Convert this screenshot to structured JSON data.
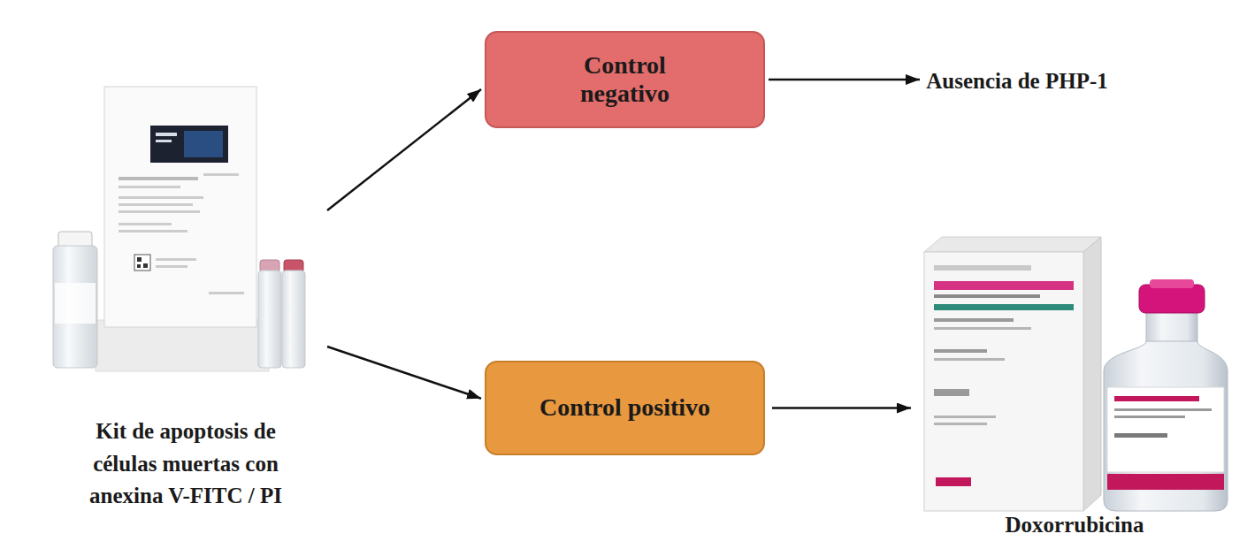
{
  "diagram": {
    "nodes": [
      {
        "text": [
          "Kit de apoptosis de células muertas con anexina V-FITC / PI"
        ]
      },
      {
        "text": [
          "Control negativo"
        ]
      },
      {
        "text": [
          "Ausencia de PHP-1"
        ]
      },
      {
        "text": [
          "Control positivo"
        ]
      },
      {
        "text": [
          "Doxorrubicina"
        ]
      }
    ],
    "edges": [
      {
        "from": 0,
        "to": 1,
        "arrow": "to"
      },
      {
        "from": 0,
        "to": 3,
        "arrow": "to"
      },
      {
        "from": 1,
        "to": 2,
        "arrow": "to"
      },
      {
        "from": 3,
        "to": 4,
        "arrow": "to"
      }
    ]
  }
}
